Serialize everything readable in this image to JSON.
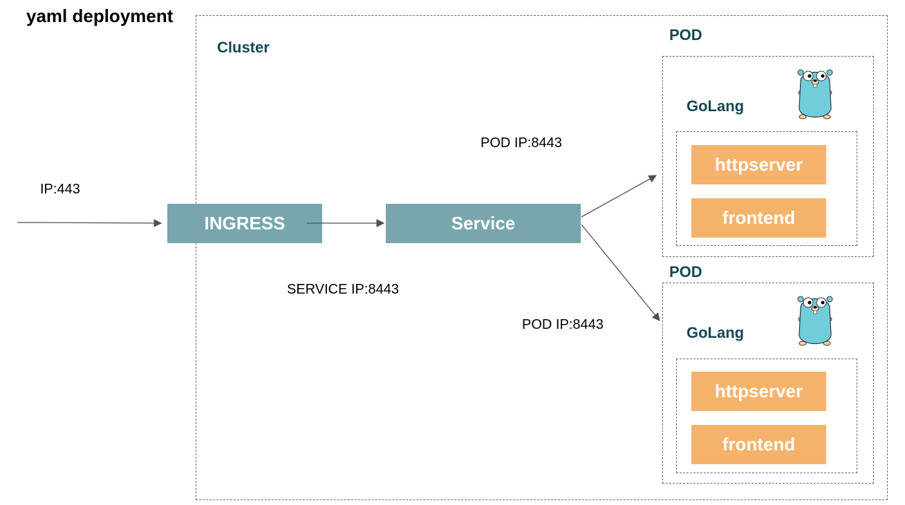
{
  "title": "yaml deployment",
  "cluster": {
    "label": "Cluster"
  },
  "ingress": {
    "label": "INGRESS"
  },
  "service": {
    "label": "Service"
  },
  "edges": {
    "external_ip": "IP:443",
    "service_ip": "SERVICE IP:8443",
    "pod_ip_top": "POD IP:8443",
    "pod_ip_bottom": "POD IP:8443"
  },
  "pods": [
    {
      "label": "POD",
      "runtime": "GoLang",
      "mascot_icon": "gopher-icon",
      "containers": [
        "httpserver",
        "frontend"
      ]
    },
    {
      "label": "POD",
      "runtime": "GoLang",
      "mascot_icon": "gopher-icon",
      "containers": [
        "httpserver",
        "frontend"
      ]
    }
  ],
  "colors": {
    "node_fill": "#78a6ae",
    "container_fill": "#f5b26b",
    "label_teal": "#164753",
    "gopher_body": "#72cddb"
  }
}
